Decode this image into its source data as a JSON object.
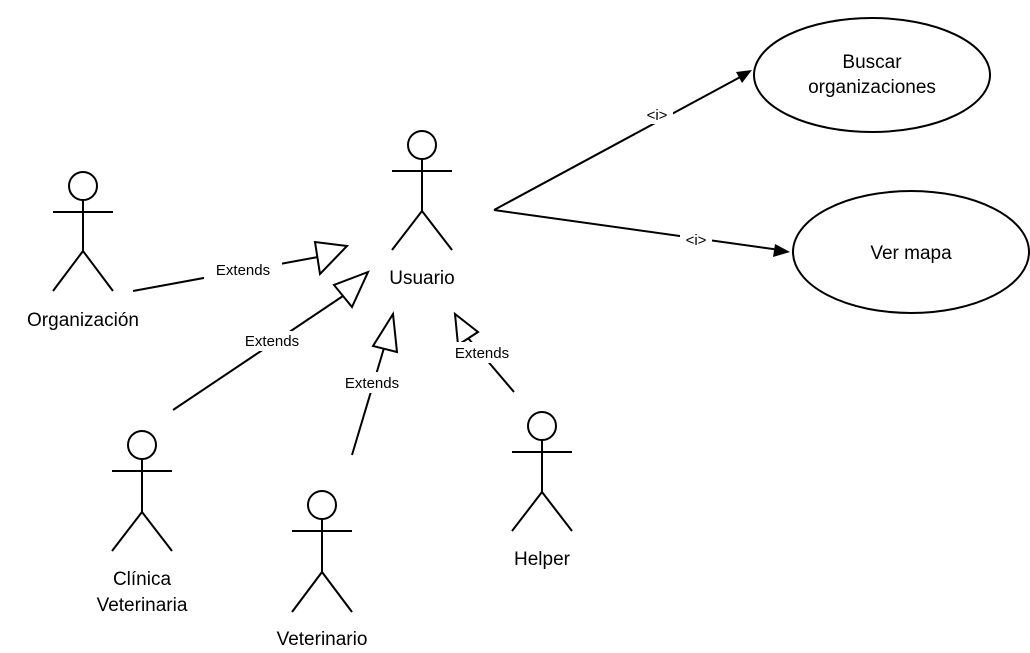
{
  "actors": {
    "usuario": "Usuario",
    "organizacion": "Organización",
    "clinica_line1": "Clínica",
    "clinica_line2": "Veterinaria",
    "veterinario": "Veterinario",
    "helper": "Helper"
  },
  "use_cases": {
    "buscar_line1": "Buscar",
    "buscar_line2": "organizaciones",
    "ver_mapa": "Ver mapa"
  },
  "edges": {
    "extends_organizacion": "Extends",
    "extends_clinica": "Extends",
    "extends_veterinario": "Extends",
    "extends_helper": "Extends",
    "include_buscar": "<i>",
    "include_ver_mapa": "<i>"
  }
}
